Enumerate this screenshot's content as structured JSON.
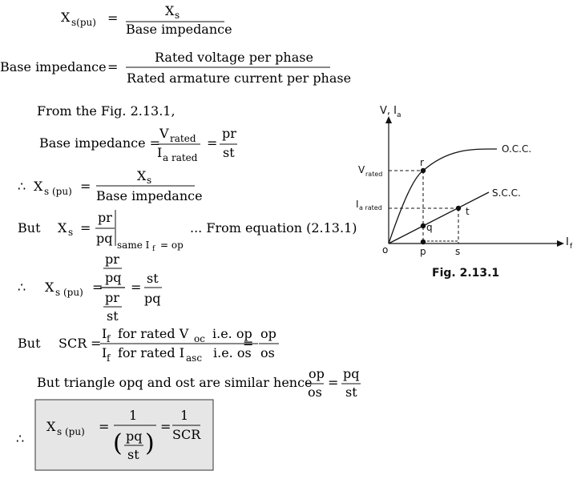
{
  "lines": {
    "l1_lhs": "X",
    "l1_lhs_sub": "s(pu)",
    "eq": "=",
    "l1_num": "X",
    "l1_num_sub": "s",
    "l1_den": "Base impedance",
    "l2_lhs": "Base impedance",
    "l2_num": "Rated voltage per phase",
    "l2_den": "Rated armature current per phase",
    "l3_text": "From the Fig. 2.13.1,",
    "l4_lhs": "Base impedance =",
    "l4_num": "V",
    "l4_num_sub": "rated",
    "l4_den": "I",
    "l4_den_sub": "a rated",
    "l4_r_num": "pr",
    "l4_r_den": "st",
    "therefore": "∴",
    "l5_lhs": "X",
    "l5_lhs_sub": "s (pu)",
    "l5_num": "X",
    "l5_num_sub": "s",
    "l5_den": "Base impedance",
    "but": "But",
    "l6_lhs": "X",
    "l6_lhs_sub": "s",
    "l6_num": "pr",
    "l6_den": "pq",
    "l6_cond": "same I",
    "l6_cond_sub": "f",
    "l6_cond_tail": "= op",
    "l6_note": "... From equation (2.13.1)",
    "l7_lhs": "X",
    "l7_lhs_sub": "s (pu)",
    "l7_top": "pr",
    "l7_topden": "pq",
    "l7_botnum": "pr",
    "l7_bot": "st",
    "l7_r_num": "st",
    "l7_r_den": "pq",
    "l8_lhs": "SCR",
    "l8_num_a": "I",
    "l8_num_a_sub": "f",
    "l8_num_b": "for rated V",
    "l8_num_b_sub": "oc",
    "l8_num_c": "i.e. op",
    "l8_den_a": "I",
    "l8_den_a_sub": "f",
    "l8_den_b": "for rated I",
    "l8_den_b_sub": "asc",
    "l8_den_c": "i.e. os",
    "l8_r_num": "op",
    "l8_r_den": "os",
    "l9_text": "But triangle opq and ost are similar hence",
    "l9_n1": "op",
    "l9_d1": "os",
    "l9_n2": "pq",
    "l9_d2": "st",
    "box_lhs": "X",
    "box_lhs_sub": "s (pu)",
    "box_n1": "1",
    "box_inner_num": "pq",
    "box_inner_den": "st",
    "box_n2": "1",
    "box_d2": "SCR"
  },
  "figure": {
    "y_axis": "V, I",
    "y_axis_sub": "a",
    "x_axis": "I",
    "x_axis_sub": "f",
    "origin": "o",
    "occ": "O.C.C.",
    "scc": "S.C.C.",
    "v_rated": "V",
    "v_rated_sub": "rated",
    "i_rated": "I",
    "i_rated_sub": "a rated",
    "pt_r": "r",
    "pt_q": "q",
    "pt_t": "t",
    "pt_p": "p",
    "pt_s": "s",
    "caption": "Fig. 2.13.1"
  }
}
